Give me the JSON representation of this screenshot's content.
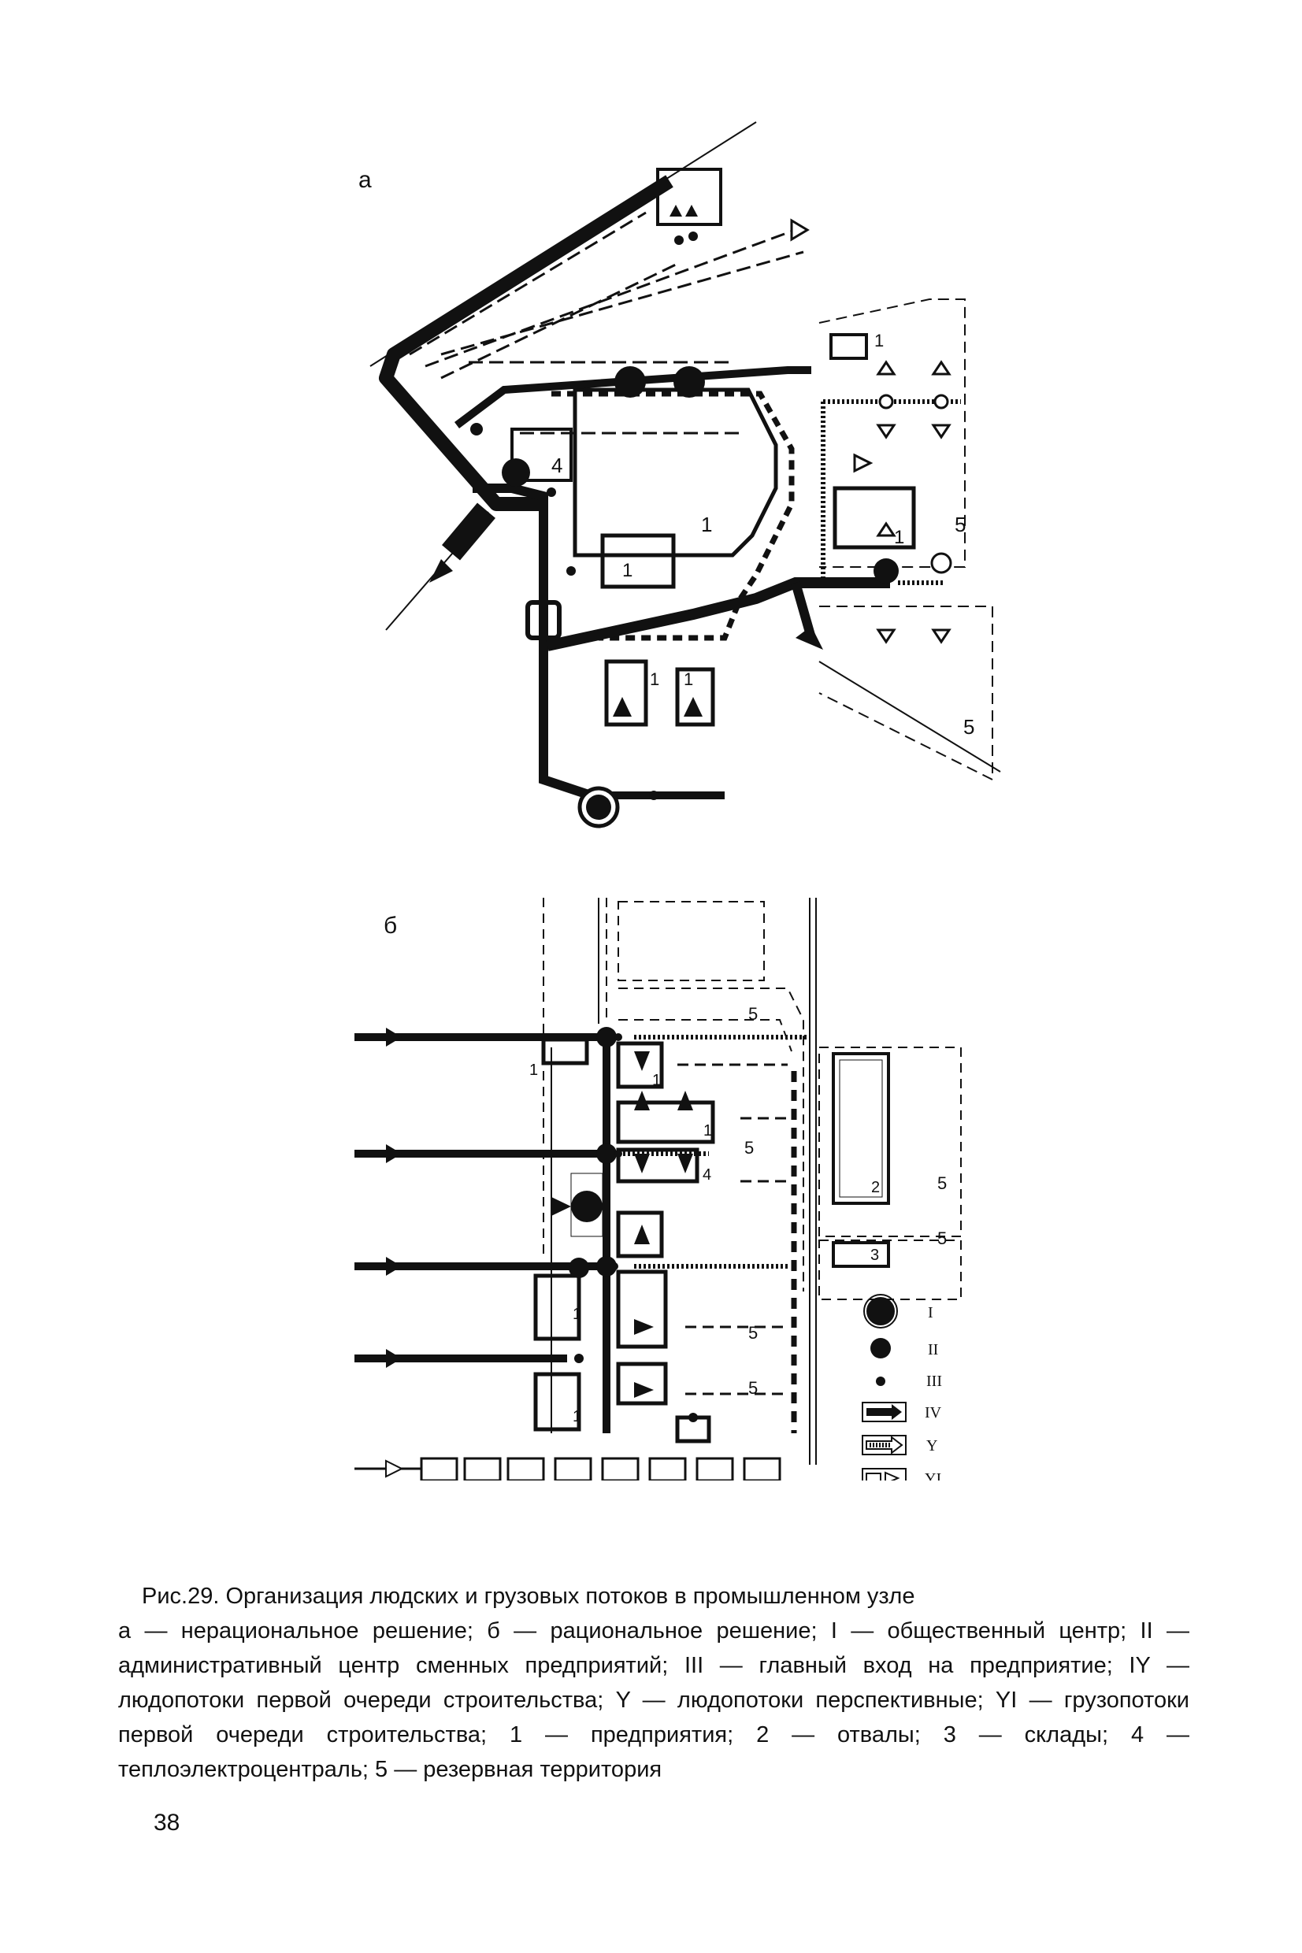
{
  "figure": {
    "panel_a_label": "а",
    "panel_b_label": "б"
  },
  "map_labels": {
    "a_enterprise": "1",
    "a_tec": "4",
    "a_reserve": "5",
    "b_enterprise": "1",
    "b_dumps": "2",
    "b_warehouses": "3",
    "b_tec": "4",
    "b_reserve": "5"
  },
  "legend": [
    {
      "roman": "I",
      "icon": "large-circle-icon"
    },
    {
      "roman": "II",
      "icon": "medium-circle-icon"
    },
    {
      "roman": "III",
      "icon": "small-dot-icon"
    },
    {
      "roman": "IV",
      "icon": "solid-arrow-icon"
    },
    {
      "roman": "Y",
      "icon": "striped-arrow-icon"
    },
    {
      "roman": "YI",
      "icon": "hollow-arrow-icon"
    }
  ],
  "caption": {
    "title": "Рис.29. Организация людских и грузовых потоков в промышленном узле",
    "body": "а — нерациональное решение; б — рациональное решение; I — общественный центр; II — административный центр сменных предприятий; III — главный вход на предприятие; IY — людопотоки первой очереди строительства; Y — людопотоки перспективные; YI — грузопотоки первой очереди строительства; 1 — предприятия; 2 — отвалы; 3 — склады; 4 — теплоэлектроцентраль; 5 — резервная территория"
  },
  "page_number": "38"
}
